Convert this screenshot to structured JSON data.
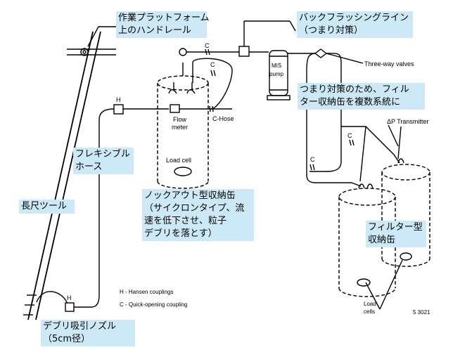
{
  "callouts": {
    "handrail": [
      "作業プラットフォーム",
      "上のハンドレール"
    ],
    "backflush": [
      "バックフラッシングライン",
      "（つまり対策）"
    ],
    "countermeasure": [
      "つまり対策のため、フィル",
      "ター収納缶を複数系統に"
    ],
    "flex_hose": [
      "フレキシブル",
      "ホース"
    ],
    "long_tool": [
      "長尺ツール"
    ],
    "knockout": [
      "ノックアウト型収納缶",
      "（サイクロンタイプ、流",
      "速を低下させ、粒子",
      "デブリを落とす）"
    ],
    "filter_can": [
      "フィルター型",
      "収納缶"
    ],
    "nozzle": [
      "デブリ吸引ノズル",
      "（5cm径）"
    ]
  },
  "labels": {
    "c1": "C",
    "c2": "C",
    "c3": "C",
    "c4": "C",
    "h1": "H",
    "h2": "H",
    "mis": "MIS",
    "pump": "pump",
    "three_way": "Three-way valves",
    "flow": "Flow",
    "meter": "meter",
    "c_hose": "C-Hose",
    "load_cell": "Load cell",
    "dp": "ΔP Transmitter",
    "load_cells_1": "Load",
    "load_cells_2": "cells",
    "legend_h": "H - Hansen couplings",
    "legend_c": "C - Quick-opening coupling",
    "fig_no": "5 3021"
  }
}
